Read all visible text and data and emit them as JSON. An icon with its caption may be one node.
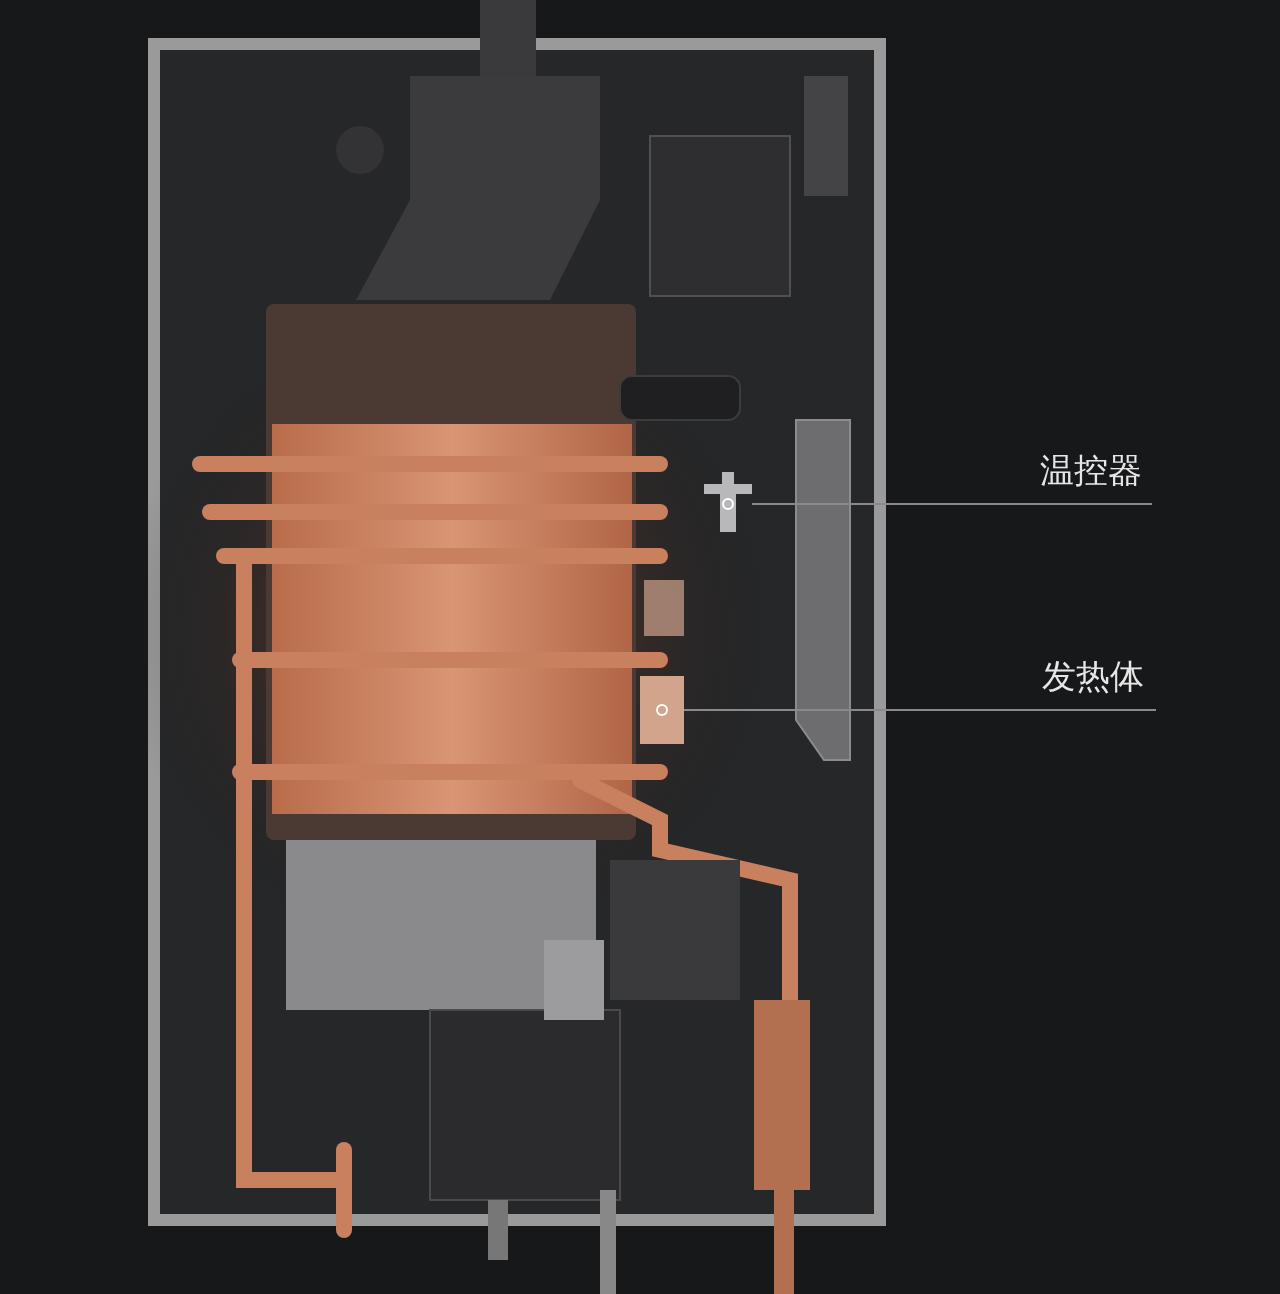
{
  "diagram": {
    "nodes": [
      {
        "text": [
          "温控器"
        ]
      },
      {
        "text": [],
        "shape": "picture"
      },
      {
        "text": [
          "发热体"
        ]
      },
      {
        "text": [],
        "shape": "picture"
      }
    ],
    "edges": [
      {
        "from": 0,
        "to": 1,
        "arrow": "none"
      },
      {
        "from": 2,
        "to": 3,
        "arrow": "none"
      }
    ]
  }
}
